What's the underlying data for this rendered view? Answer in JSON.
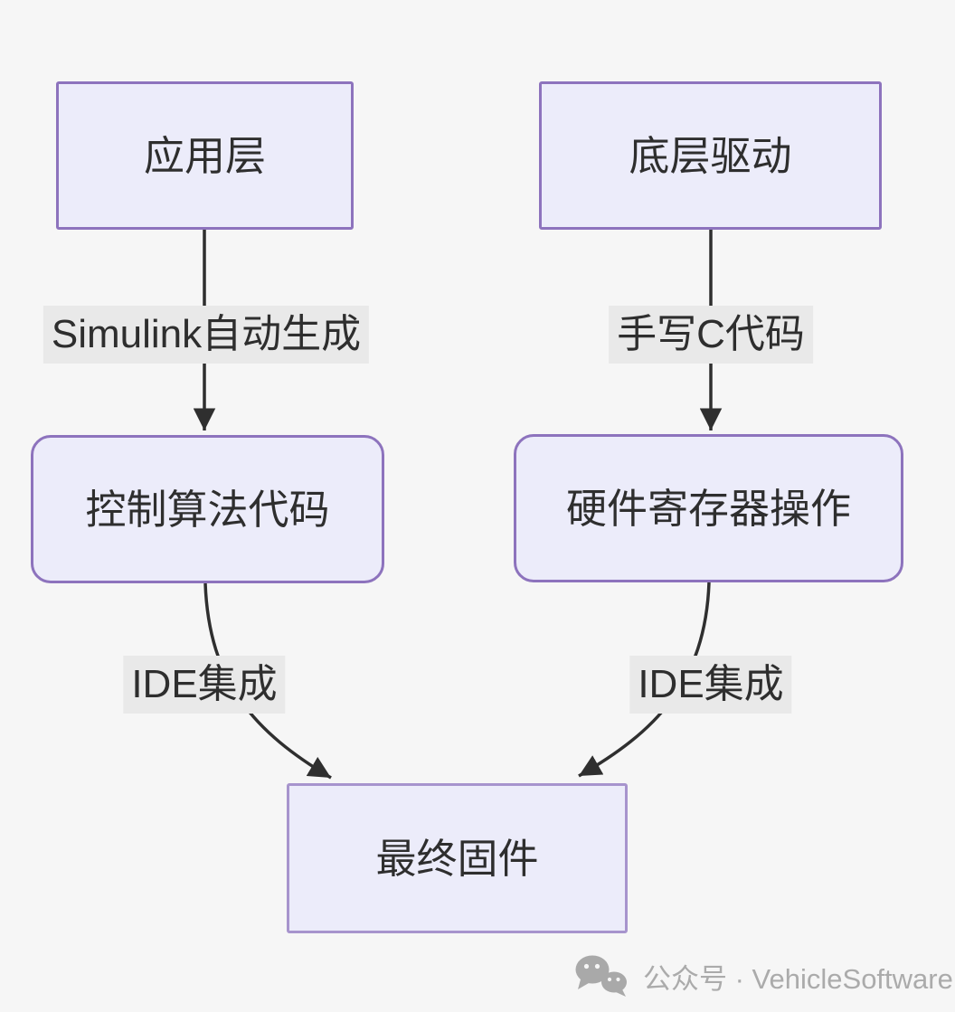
{
  "diagram": {
    "type": "flowchart",
    "colors": {
      "background": "#f6f6f6",
      "node-fill": "#ececfa",
      "node-border": "#8d73bd",
      "node-border-light": "#a794cd",
      "text": "#2e2e2e",
      "edge": "#2f2f2f",
      "label-bg": "#e9e9e9",
      "watermark": "#ababab"
    },
    "nodes": [
      {
        "id": "app",
        "label": "应用层",
        "shape": "rect"
      },
      {
        "id": "driver",
        "label": "底层驱动",
        "shape": "rect"
      },
      {
        "id": "algo",
        "label": "控制算法代码",
        "shape": "rounded"
      },
      {
        "id": "hw",
        "label": "硬件寄存器操作",
        "shape": "rounded"
      },
      {
        "id": "firmware",
        "label": "最终固件",
        "shape": "rect"
      }
    ],
    "edges": [
      {
        "from": "app",
        "to": "algo",
        "label": "Simulink自动生成"
      },
      {
        "from": "driver",
        "to": "hw",
        "label": "手写C代码"
      },
      {
        "from": "algo",
        "to": "firmware",
        "label": "IDE集成"
      },
      {
        "from": "hw",
        "to": "firmware",
        "label": "IDE集成"
      }
    ]
  },
  "watermark": {
    "icon": "wechat-icon",
    "text": "公众号 · VehicleSoftware"
  }
}
